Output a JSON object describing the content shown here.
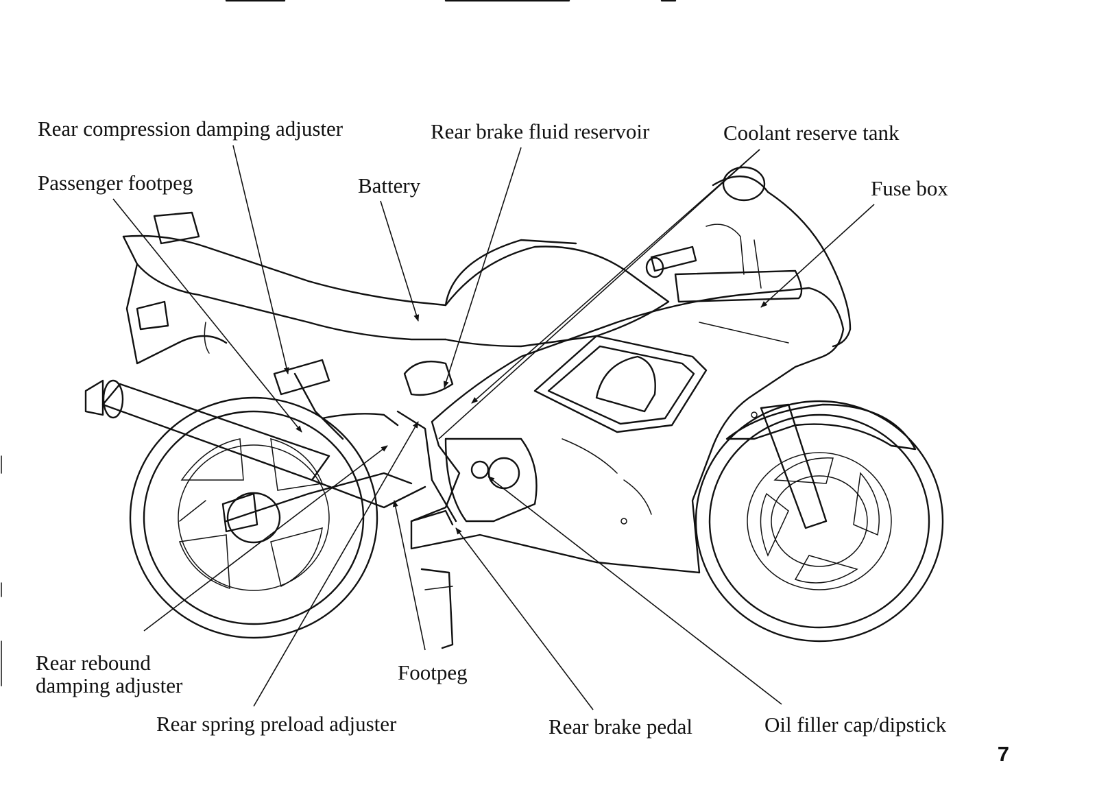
{
  "diagram": {
    "labels": {
      "rear_compression": "Rear compression damping adjuster",
      "rear_brake_reservoir": "Rear brake fluid reservoir",
      "coolant_tank": "Coolant reserve tank",
      "passenger_footpeg": "Passenger footpeg",
      "battery": "Battery",
      "fuse_box": "Fuse box",
      "rear_rebound_line1": "Rear rebound",
      "rear_rebound_line2": "damping adjuster",
      "footpeg": "Footpeg",
      "rear_spring": "Rear spring preload adjuster",
      "rear_brake_pedal": "Rear brake pedal",
      "oil_filler": "Oil filler cap/dipstick"
    }
  },
  "page": {
    "number": "7"
  }
}
